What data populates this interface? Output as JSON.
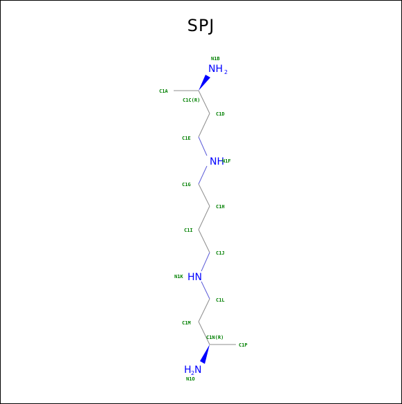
{
  "title": "SPJ",
  "colors": {
    "nitrogen": "#0000ff",
    "atom_label": "#008000",
    "bond": "#8c8c8c",
    "frame": "#000000"
  },
  "atoms": {
    "nh2_top": {
      "main": "NH",
      "sub": "2"
    },
    "nh_f": "NH",
    "hn_k": "HN",
    "h2n_bottom": {
      "pre": "H",
      "sub": "2",
      "main": "N"
    }
  },
  "labels": {
    "N1B": "N1B",
    "C1A": "C1A",
    "C1C": "C1C(R)",
    "C1D": "C1D",
    "C1E": "C1E",
    "N1F": "N1F",
    "C1G": "C1G",
    "C1H": "C1H",
    "C1I": "C1I",
    "C1J": "C1J",
    "N1K": "N1K",
    "C1L": "C1L",
    "C1M": "C1M",
    "C1N": "C1N(R)",
    "C1P": "C1P",
    "N1O": "N1O"
  }
}
